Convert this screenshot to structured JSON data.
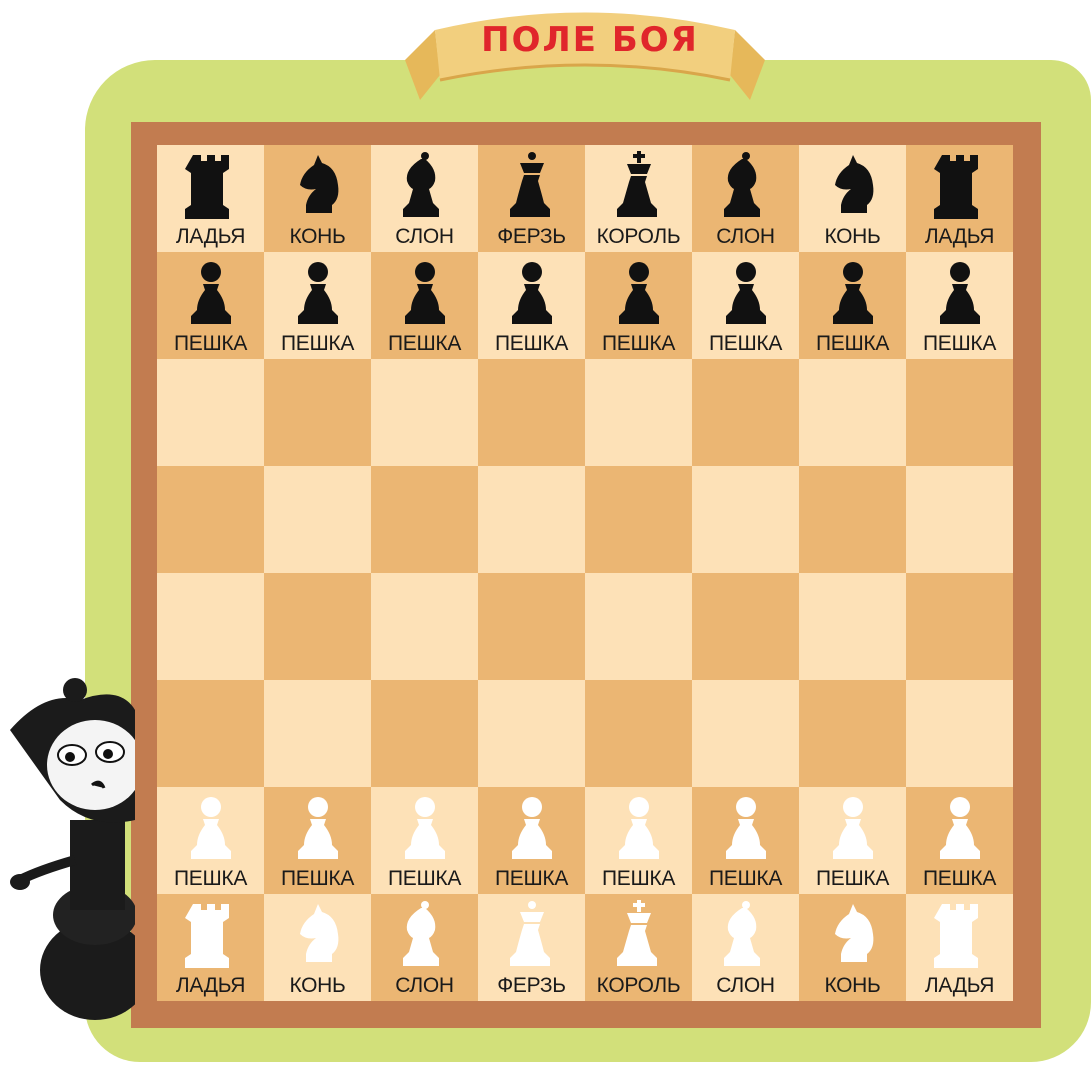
{
  "title": "ПОЛЕ БОЯ",
  "colors": {
    "background": "#d2e07a",
    "frame": "#c27c50",
    "light_square": "#fde1b7",
    "dark_square": "#ebb673",
    "title": "#e0262b"
  },
  "board": {
    "ranks": [
      [
        {
          "piece": "rook",
          "color": "black",
          "label": "ЛАДЬЯ"
        },
        {
          "piece": "knight",
          "color": "black",
          "label": "КОНЬ"
        },
        {
          "piece": "bishop",
          "color": "black",
          "label": "СЛОН"
        },
        {
          "piece": "queen",
          "color": "black",
          "label": "ФЕРЗЬ"
        },
        {
          "piece": "king",
          "color": "black",
          "label": "КОРОЛЬ"
        },
        {
          "piece": "bishop",
          "color": "black",
          "label": "СЛОН"
        },
        {
          "piece": "knight",
          "color": "black",
          "label": "КОНЬ"
        },
        {
          "piece": "rook",
          "color": "black",
          "label": "ЛАДЬЯ"
        }
      ],
      [
        {
          "piece": "pawn",
          "color": "black",
          "label": "ПЕШКА"
        },
        {
          "piece": "pawn",
          "color": "black",
          "label": "ПЕШКА"
        },
        {
          "piece": "pawn",
          "color": "black",
          "label": "ПЕШКА"
        },
        {
          "piece": "pawn",
          "color": "black",
          "label": "ПЕШКА"
        },
        {
          "piece": "pawn",
          "color": "black",
          "label": "ПЕШКА"
        },
        {
          "piece": "pawn",
          "color": "black",
          "label": "ПЕШКА"
        },
        {
          "piece": "pawn",
          "color": "black",
          "label": "ПЕШКА"
        },
        {
          "piece": "pawn",
          "color": "black",
          "label": "ПЕШКА"
        }
      ],
      [
        null,
        null,
        null,
        null,
        null,
        null,
        null,
        null
      ],
      [
        null,
        null,
        null,
        null,
        null,
        null,
        null,
        null
      ],
      [
        null,
        null,
        null,
        null,
        null,
        null,
        null,
        null
      ],
      [
        null,
        null,
        null,
        null,
        null,
        null,
        null,
        null
      ],
      [
        {
          "piece": "pawn",
          "color": "white",
          "label": "ПЕШКА"
        },
        {
          "piece": "pawn",
          "color": "white",
          "label": "ПЕШКА"
        },
        {
          "piece": "pawn",
          "color": "white",
          "label": "ПЕШКА"
        },
        {
          "piece": "pawn",
          "color": "white",
          "label": "ПЕШКА"
        },
        {
          "piece": "pawn",
          "color": "white",
          "label": "ПЕШКА"
        },
        {
          "piece": "pawn",
          "color": "white",
          "label": "ПЕШКА"
        },
        {
          "piece": "pawn",
          "color": "white",
          "label": "ПЕШКА"
        },
        {
          "piece": "pawn",
          "color": "white",
          "label": "ПЕШКА"
        }
      ],
      [
        {
          "piece": "rook",
          "color": "white",
          "label": "ЛАДЬЯ"
        },
        {
          "piece": "knight",
          "color": "white",
          "label": "КОНЬ"
        },
        {
          "piece": "bishop",
          "color": "white",
          "label": "СЛОН"
        },
        {
          "piece": "queen",
          "color": "white",
          "label": "ФЕРЗЬ"
        },
        {
          "piece": "king",
          "color": "white",
          "label": "КОРОЛЬ"
        },
        {
          "piece": "bishop",
          "color": "white",
          "label": "СЛОН"
        },
        {
          "piece": "knight",
          "color": "white",
          "label": "КОНЬ"
        },
        {
          "piece": "rook",
          "color": "white",
          "label": "ЛАДЬЯ"
        }
      ]
    ]
  }
}
